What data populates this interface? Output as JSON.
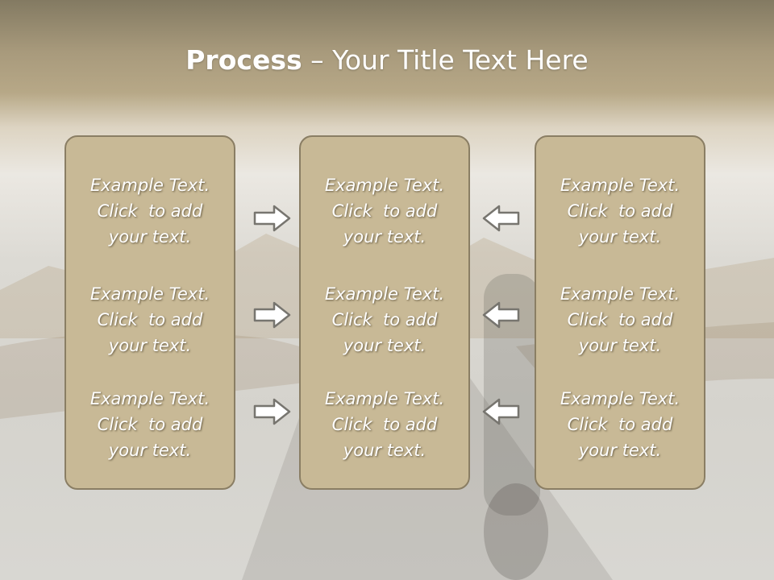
{
  "slide": {
    "title_bold": "Process",
    "title_rest": " – Your Title Text Here"
  },
  "columns": [
    {
      "items": [
        {
          "line1": "Example Text.",
          "line2": "Click  to add",
          "line3": "your text."
        },
        {
          "line1": "Example Text.",
          "line2": "Click  to add",
          "line3": "your text."
        },
        {
          "line1": "Example Text.",
          "line2": "Click  to add",
          "line3": "your text."
        }
      ]
    },
    {
      "items": [
        {
          "line1": "Example Text.",
          "line2": "Click  to add",
          "line3": "your text."
        },
        {
          "line1": "Example Text.",
          "line2": "Click  to add",
          "line3": "your text."
        },
        {
          "line1": "Example Text.",
          "line2": "Click  to add",
          "line3": "your text."
        }
      ]
    },
    {
      "items": [
        {
          "line1": "Example Text.",
          "line2": "Click  to add",
          "line3": "your text."
        },
        {
          "line1": "Example Text.",
          "line2": "Click  to add",
          "line3": "your text."
        },
        {
          "line1": "Example Text.",
          "line2": "Click  to add",
          "line3": "your text."
        }
      ]
    }
  ],
  "icons": {
    "left_arrows": "arrow-right-icon",
    "right_arrows": "arrow-left-icon"
  },
  "colors": {
    "panel_fill": "#c8b996",
    "panel_border": "#8a7e64",
    "title_bar": "#a89a7c",
    "text": "#ffffff"
  }
}
